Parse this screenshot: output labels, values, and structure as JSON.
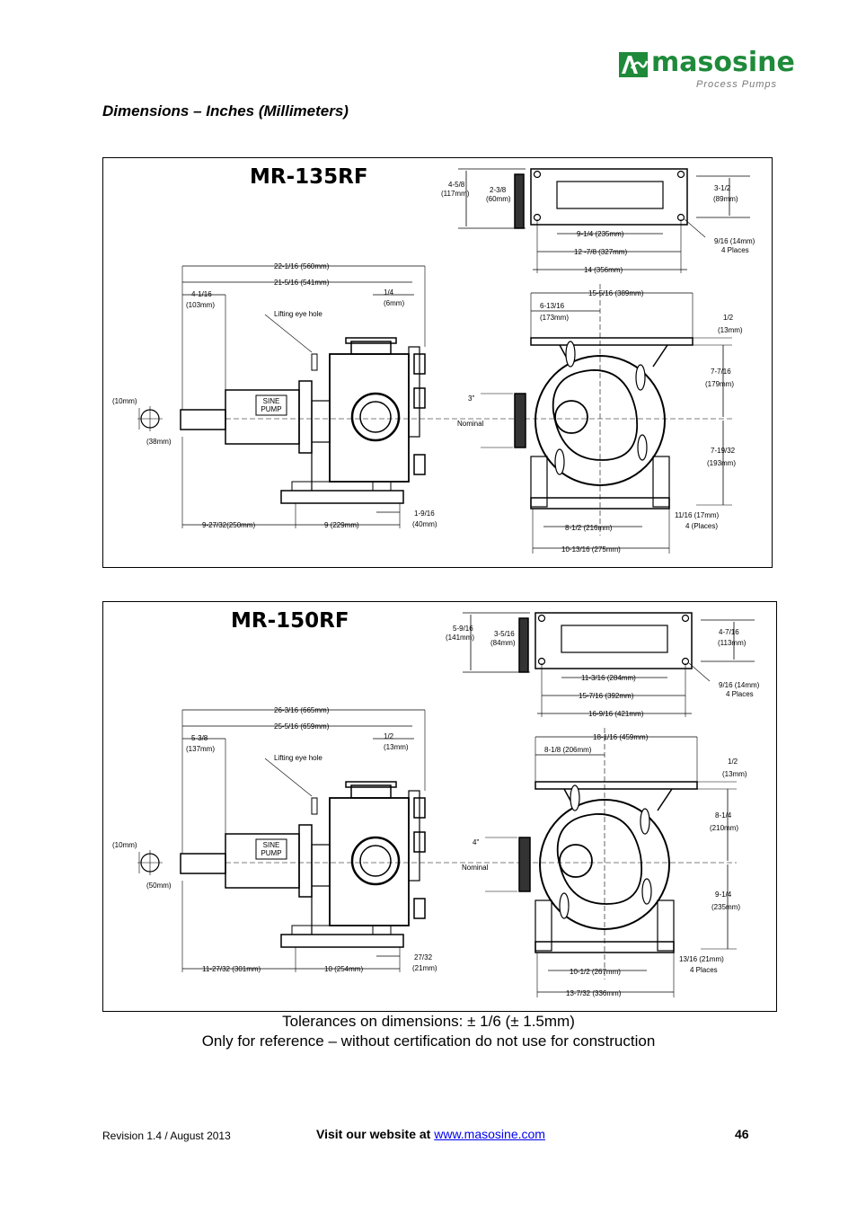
{
  "logo": {
    "brand": "masosine",
    "tagline": "Process Pumps"
  },
  "heading": "Dimensions – Inches (Millimeters)",
  "drawings": [
    {
      "model": "MR-135RF",
      "labels": {
        "overall_len": "22-1/16 (560mm)",
        "len2": "21-5/16 (541mm)",
        "a": "4-1/16",
        "a_mm": "(103mm)",
        "b": "1/4",
        "b_mm": "(6mm)",
        "lifting": "Lifting eye hole",
        "shaft_key": "(10mm)",
        "shaft_dia": "(38mm)",
        "base1": "9-27/32(250mm)",
        "base2": "9 (229mm)",
        "foot": "1-9/16",
        "foot_mm": "(40mm)",
        "top_h": "4-5/8",
        "top_h_mm": "(117mm)",
        "top_f": "2-3/8",
        "top_f_mm": "(60mm)",
        "top_r": "3-1/2",
        "top_r_mm": "(89mm)",
        "top_w1": "9-1/4 (235mm)",
        "top_w2": "12 -7/8 (327mm)",
        "top_w3": "14  (356mm)",
        "holes": "9/16 (14mm)",
        "holes_n": "4 Places",
        "end_w": "15-5/16 (389mm)",
        "end_c": "6-13/16",
        "end_c_mm": "(173mm)",
        "plate": "1/2",
        "plate_mm": "(13mm)",
        "upper": "7-7/16",
        "upper_mm": "(179mm)",
        "port": "3\"",
        "nominal": "Nominal",
        "lower": "7-19/32",
        "lower_mm": "(193mm)",
        "slot": "11/16 (17mm)",
        "slot_n": "4 (Places)",
        "feet": "8-1/2 (216mm)",
        "base_w": "10-13/16 (275mm)",
        "sine": "SINE",
        "pump": "PUMP"
      }
    },
    {
      "model": "MR-150RF",
      "labels": {
        "overall_len": "26-3/16 (665mm)",
        "len2": "25-5/16 (659mm)",
        "a": "5-3/8",
        "a_mm": "(137mm)",
        "b": "1/2",
        "b_mm": "(13mm)",
        "lifting": "Lifting eye hole",
        "shaft_key": "(10mm)",
        "shaft_dia": "(50mm)",
        "base1": "11-27/32 (301mm)",
        "base2": "10 (254mm)",
        "foot": "27/32",
        "foot_mm": "(21mm)",
        "top_h": "5-9/16",
        "top_h_mm": "(141mm)",
        "top_f": "3-5/16",
        "top_f_mm": "(84mm)",
        "top_r": "4-7/16",
        "top_r_mm": "(113mm)",
        "top_w1": "11-3/16 (284mm)",
        "top_w2": "15-7/16 (392mm)",
        "top_w3": "16-9/16 (421mm)",
        "holes": "9/16 (14mm)",
        "holes_n": "4 Places",
        "end_w": "18-1/16 (459mm)",
        "end_c": "8-1/8 (206mm)",
        "end_c_mm": "",
        "plate": "1/2",
        "plate_mm": "(13mm)",
        "upper": "8-1/4",
        "upper_mm": "(210mm)",
        "port": "4\"",
        "nominal": "Nominal",
        "lower": "9-1/4",
        "lower_mm": "(235mm)",
        "slot": "13/16 (21mm)",
        "slot_n": "4 Places",
        "feet": "10-1/2 (267mm)",
        "base_w": "13-7/32 (336mm)",
        "sine": "SINE",
        "pump": "PUMP"
      }
    }
  ],
  "notes": {
    "tolerance": "Tolerances on dimensions: ± 1/6 (± 1.5mm)",
    "reference": "Only for reference – without certification do not use for construction"
  },
  "footer": {
    "revision": "Revision 1.4 / August 2013",
    "visit": "Visit our website at ",
    "website": "www.masosine.com",
    "page": "46"
  }
}
